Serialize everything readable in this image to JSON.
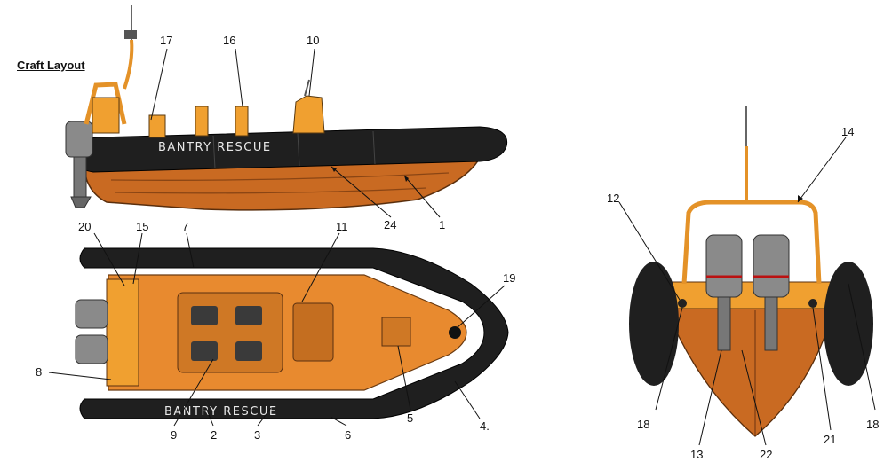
{
  "page": {
    "title": "Craft Layout",
    "hull_text": "BANTRY RESCUE"
  },
  "callouts": {
    "c1": "1",
    "c2": "2",
    "c3": "3",
    "c4": "4.",
    "c5": "5",
    "c6": "6",
    "c7": "7",
    "c8": "8",
    "c9": "9",
    "c10": "10",
    "c11": "11",
    "c12": "12",
    "c13": "13",
    "c14": "14",
    "c15": "15",
    "c16": "16",
    "c17": "17",
    "c18a": "18",
    "c18b": "18",
    "c19": "19",
    "c20": "20",
    "c21": "21",
    "c22": "22",
    "c24": "24"
  },
  "colors": {
    "tube": "#222222",
    "hull_orange": "#d9782a",
    "deck_orange": "#e88a2f",
    "frame_orange": "#f0a030",
    "engine_grey": "#8a8a8a",
    "outline": "#111111"
  }
}
